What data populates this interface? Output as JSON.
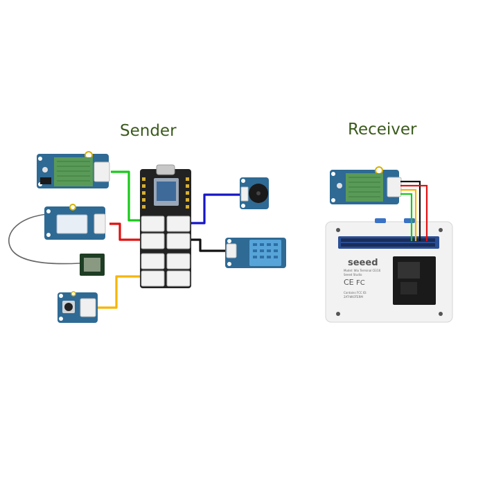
{
  "titles": {
    "sender": "Sender",
    "receiver": "Receiver"
  },
  "terminal": {
    "brand": "seeed",
    "model_line_1": "Model: Wio Terminal CE/16",
    "model_line_2": "Seeed Studio",
    "ce_mark": "CE",
    "fc_mark": "FC",
    "label_line_1": "Contains FCC ID:",
    "label_line_2": "2AT-WIOTERM"
  },
  "colors": {
    "title": "#3a5a1c",
    "wire_green": "#19c919",
    "wire_red": "#e01010",
    "wire_blue": "#1515c8",
    "wire_black": "#111111",
    "wire_yellow": "#f7b500",
    "grove_board": "#2e6a94",
    "lora_module": "#5a9a58",
    "terminal_case": "#f2f2f2",
    "gpio_header": "#2b4f96"
  },
  "icons": [
    "lora-module-icon",
    "gps-module-icon",
    "antenna-icon",
    "buzzer-icon",
    "temp-humidity-sensor-icon",
    "button-module-icon",
    "xiao-board-icon",
    "wio-terminal-icon"
  ]
}
